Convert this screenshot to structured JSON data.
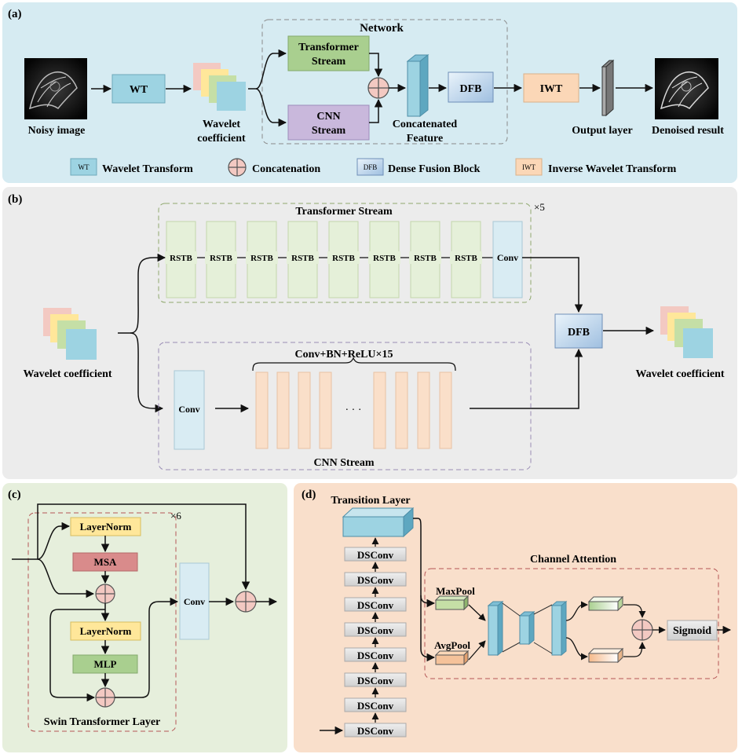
{
  "panels": {
    "a": {
      "tag": "(a)",
      "network_title": "Network",
      "noisy_image": "Noisy image",
      "wt": "WT",
      "wavelet_coef_line1": "Wavelet",
      "wavelet_coef_line2": "coefficient",
      "transformer_line1": "Transformer",
      "transformer_line2": "Stream",
      "cnn_line1": "CNN",
      "cnn_line2": "Stream",
      "concat_line1": "Concatenated",
      "concat_line2": "Feature",
      "dfb": "DFB",
      "iwt": "IWT",
      "output_layer": "Output layer",
      "denoised": "Denoised result",
      "legend": {
        "wt_icon": "WT",
        "wt_text": "Wavelet Transform",
        "concat_text": "Concatenation",
        "dfb_icon": "DFB",
        "dfb_text": "Dense Fusion Block",
        "iwt_icon": "IWT",
        "iwt_text": "Inverse Wavelet Transform"
      }
    },
    "b": {
      "tag": "(b)",
      "transformer_title": "Transformer Stream",
      "repeat": "×5",
      "rstb_label": "RSTB",
      "rstb_blocks": [
        "RSTB",
        "RSTB",
        "RSTB",
        "RSTB",
        "RSTB",
        "RSTB",
        "RSTB",
        "RSTB"
      ],
      "conv_top": "Conv",
      "wavelet_in": "Wavelet coefficient",
      "wavelet_out": "Wavelet coefficient",
      "dfb": "DFB",
      "conv_bottom": "Conv",
      "cnn_brace_label": "Conv+BN+ReLU×15",
      "ellipsis": "· · ·",
      "cnn_title": "CNN Stream"
    },
    "c": {
      "tag": "(c)",
      "repeat": "×6",
      "layernorm1": "LayerNorm",
      "msa": "MSA",
      "layernorm2": "LayerNorm",
      "mlp": "MLP",
      "conv": "Conv",
      "caption": "Swin Transformer Layer"
    },
    "d": {
      "tag": "(d)",
      "transition_title": "Transition Layer",
      "dsconv_blocks": [
        "DSConv",
        "DSConv",
        "DSConv",
        "DSConv",
        "DSConv",
        "DSConv",
        "DSConv",
        "DSConv"
      ],
      "channel_attention": "Channel Attention",
      "maxpool": "MaxPool",
      "avgpool": "AvgPool",
      "sigmoid": "Sigmoid"
    }
  },
  "colors": {
    "panel_a_bg": "#d6ebf2",
    "panel_b_bg": "#ececec",
    "panel_c_bg": "#e6efdc",
    "panel_d_bg": "#f9dfcb",
    "wt_fill": "#9dd3e2",
    "transformer_fill": "#a9cf8f",
    "cnn_fill": "#c9b8dc",
    "dfb_fill": "#c5d7ee",
    "iwt_fill": "#fbd7b7",
    "layernorm_fill": "#ffe79a",
    "msa_fill": "#d98b8b",
    "mlp_fill": "#a9cf8f",
    "concat_fill": "#f3c9c2",
    "rstb_fill": "#e5f0d9",
    "conv_fill": "#d9ecf3",
    "bar_fill": "#fadfc9",
    "dsconv_fill": "#d9d9d9"
  }
}
